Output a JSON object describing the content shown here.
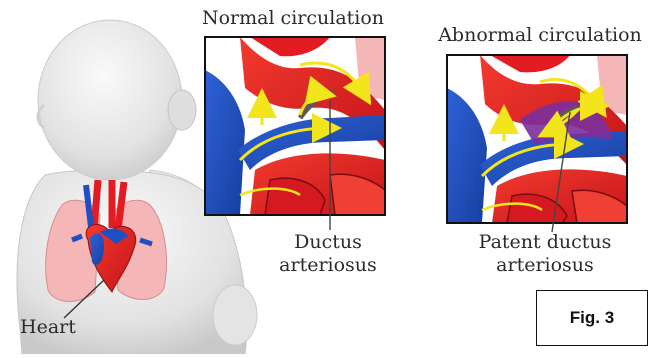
{
  "figure": {
    "title_normal": "Normal circulation",
    "title_abnormal": "Abnormal circulation",
    "label_ductus": [
      "Ductus",
      "arteriosus"
    ],
    "label_patent": [
      "Patent ductus",
      "arteriosus"
    ],
    "label_heart": "Heart",
    "fig_label": "Fig. 3"
  },
  "colors": {
    "artery": "#e31b23",
    "vein": "#1f4fc1",
    "flow_arrow": "#f2e51c",
    "lung": "#f4b6b6",
    "abnormal_shunt": "#7b2f9c",
    "baby_skin": "#e6e6e6"
  }
}
